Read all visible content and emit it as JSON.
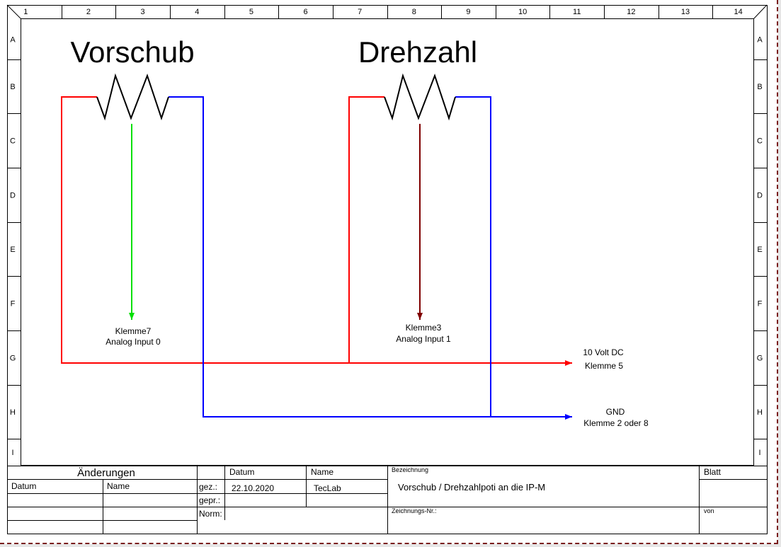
{
  "frame": {
    "columns": [
      "1",
      "2",
      "3",
      "4",
      "5",
      "6",
      "7",
      "8",
      "9",
      "10",
      "11",
      "12",
      "13",
      "14"
    ],
    "rows": [
      "A",
      "B",
      "C",
      "D",
      "E",
      "F",
      "G",
      "H",
      "I"
    ]
  },
  "schematic": {
    "pot1_title": "Vorschub",
    "pot2_title": "Drehzahl",
    "pot1_wiper_label": [
      "Klemme7",
      "Analog Input 0"
    ],
    "pot2_wiper_label": [
      "Klemme3",
      "Analog Input 1"
    ],
    "supply_label": [
      "10 Volt DC",
      "Klemme 5"
    ],
    "gnd_label": [
      "GND",
      "Klemme 2 oder 8"
    ],
    "colors": {
      "supply": "#ff0000",
      "gnd": "#0000ff",
      "wiper1": "#00e000",
      "wiper2": "#800000"
    }
  },
  "title_block": {
    "changes_header": "Änderungen",
    "changes_date": "Datum",
    "changes_name": "Name",
    "col_date": "Datum",
    "col_name": "Name",
    "drawn": "gez.:",
    "checked": "gepr.:",
    "norm": "Norm:",
    "drawn_date": "22.10.2020",
    "drawn_name": "TecLab",
    "designation_label": "Bezeichnung",
    "designation": "Vorschub / Drehzahlpoti an die IP-M",
    "drawing_no_label": "Zeichnungs-Nr.:",
    "sheet_label": "Blatt",
    "of_label": "von"
  }
}
